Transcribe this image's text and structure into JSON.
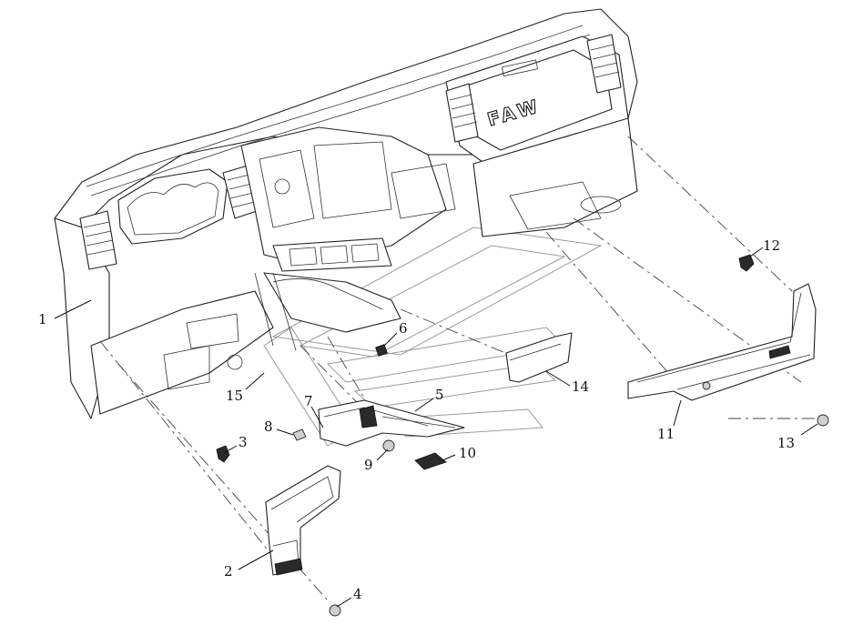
{
  "diagram": {
    "brand_text": "FAW",
    "callouts": [
      {
        "id": "1",
        "label": "1"
      },
      {
        "id": "2",
        "label": "2"
      },
      {
        "id": "3",
        "label": "3"
      },
      {
        "id": "4",
        "label": "4"
      },
      {
        "id": "5",
        "label": "5"
      },
      {
        "id": "6",
        "label": "6"
      },
      {
        "id": "7",
        "label": "7"
      },
      {
        "id": "8",
        "label": "8"
      },
      {
        "id": "9",
        "label": "9"
      },
      {
        "id": "10",
        "label": "10"
      },
      {
        "id": "11",
        "label": "11"
      },
      {
        "id": "12",
        "label": "12"
      },
      {
        "id": "13",
        "label": "13"
      },
      {
        "id": "14",
        "label": "14"
      },
      {
        "id": "15",
        "label": "15"
      }
    ]
  }
}
